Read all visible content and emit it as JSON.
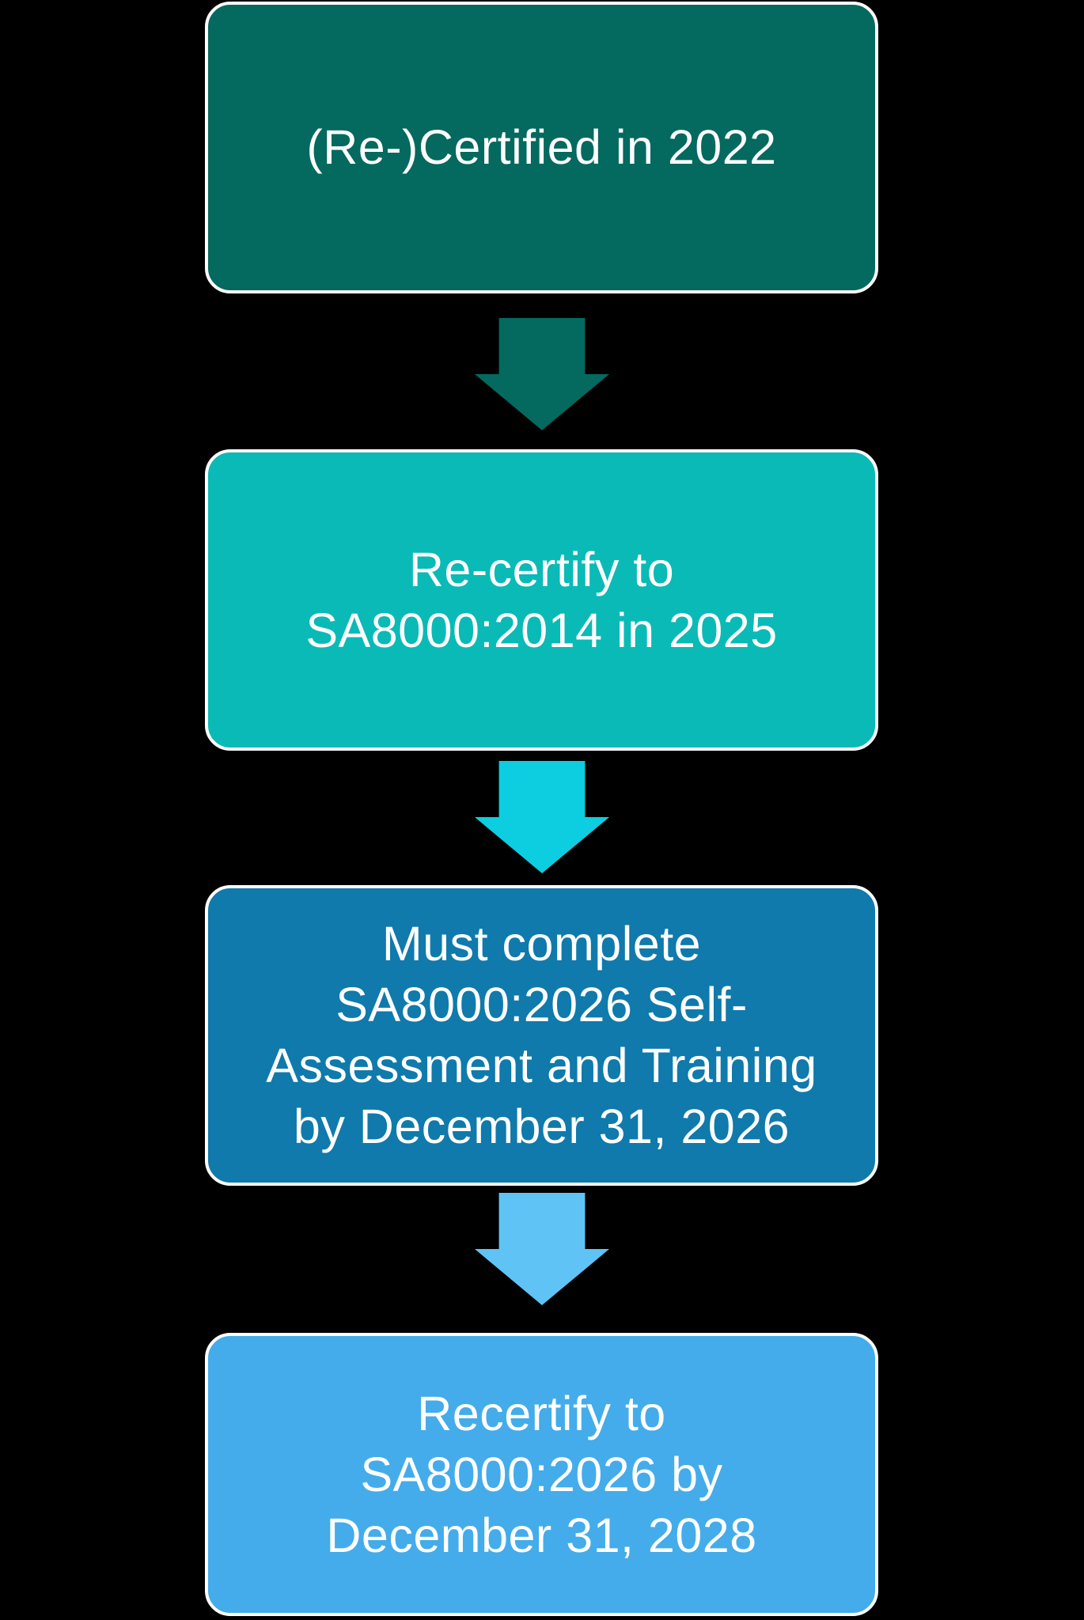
{
  "background_color": "#000000",
  "text_color": "#FFFFFF",
  "border_color": "#FFFFFF",
  "steps": [
    {
      "name": "step-1-certified-2022",
      "color": "#04695E",
      "lines": [
        "(Re-)Certified in 2022"
      ]
    },
    {
      "name": "step-2-recertify-2014",
      "color": "#0ABAB6",
      "lines": [
        "Re-certify to",
        "SA8000:2014 in 2025"
      ]
    },
    {
      "name": "step-3-self-assessment",
      "color": "#0F7AAB",
      "lines": [
        "Must complete",
        "SA8000:2026 Self-",
        "Assessment and Training",
        "by December 31, 2026"
      ]
    },
    {
      "name": "step-4-recertify-2026",
      "color": "#44ACEA",
      "lines": [
        "Recertify to",
        "SA8000:2026 by",
        "December 31, 2028"
      ]
    }
  ],
  "arrows": [
    {
      "name": "arrow-step1-to-step2",
      "color": "#04695E"
    },
    {
      "name": "arrow-step2-to-step3",
      "color": "#0CCEE0"
    },
    {
      "name": "arrow-step3-to-step4",
      "color": "#5FC4F5"
    }
  ]
}
